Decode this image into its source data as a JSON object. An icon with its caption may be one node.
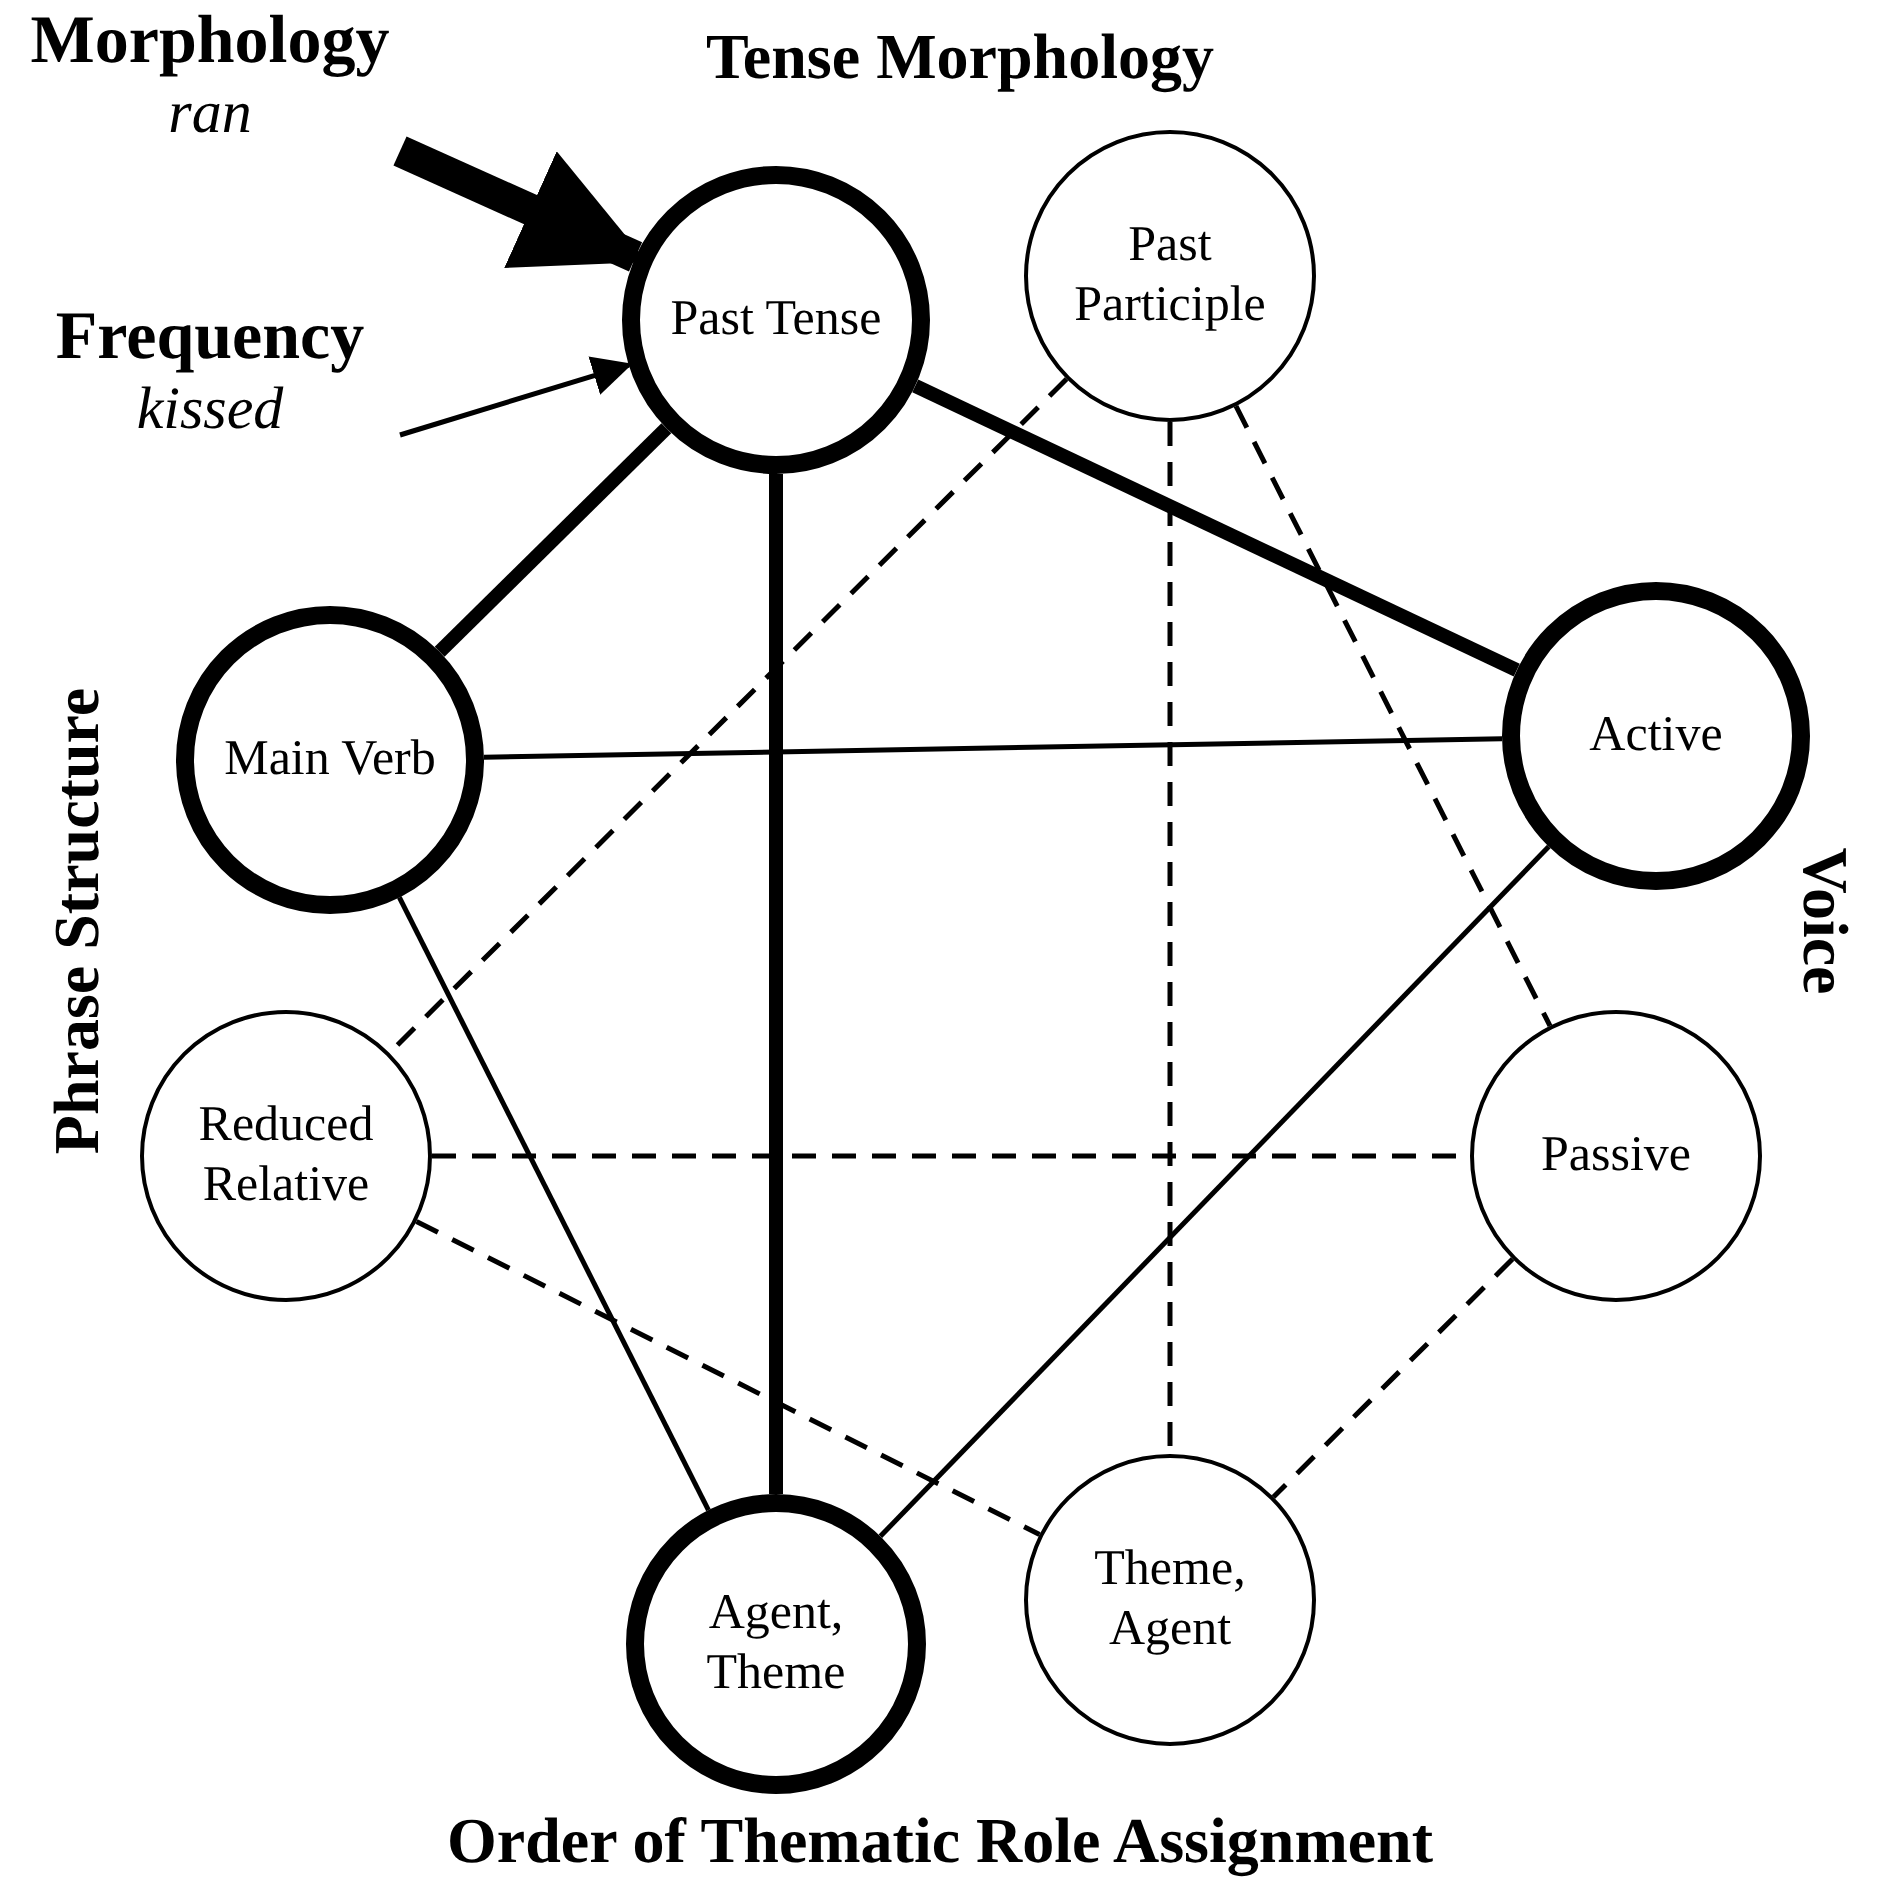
{
  "diagram": {
    "nodes": [
      {
        "text": [
          "Morphology",
          "ran"
        ]
      },
      {
        "text": [
          "Frequency",
          "kissed"
        ]
      },
      {
        "text": [
          "Past Tense"
        ]
      },
      {
        "text": [
          "Past Participle"
        ]
      },
      {
        "text": [
          "Main Verb"
        ]
      },
      {
        "text": [
          "Active"
        ]
      },
      {
        "text": [
          "Reduced Relative"
        ]
      },
      {
        "text": [
          "Passive"
        ]
      },
      {
        "text": [
          "Agent, Theme"
        ]
      },
      {
        "text": [
          "Theme, Agent"
        ]
      }
    ],
    "edges": [
      {
        "from": 0,
        "to": 2,
        "arrow": "to",
        "style": "thick"
      },
      {
        "from": 1,
        "to": 2,
        "arrow": "to"
      },
      {
        "from": 2,
        "to": 4,
        "arrow": "none",
        "style": "thick"
      },
      {
        "from": 2,
        "to": 8,
        "arrow": "none",
        "style": "thick"
      },
      {
        "from": 2,
        "to": 5,
        "arrow": "none",
        "style": "thick"
      },
      {
        "from": 4,
        "to": 5,
        "arrow": "none"
      },
      {
        "from": 4,
        "to": 8,
        "arrow": "none"
      },
      {
        "from": 5,
        "to": 8,
        "arrow": "none"
      },
      {
        "from": 3,
        "to": 6,
        "arrow": "none",
        "style": "dashed"
      },
      {
        "from": 3,
        "to": 7,
        "arrow": "none",
        "style": "dashed"
      },
      {
        "from": 3,
        "to": 9,
        "arrow": "none",
        "style": "dashed"
      },
      {
        "from": 6,
        "to": 7,
        "arrow": "none",
        "style": "dashed"
      },
      {
        "from": 6,
        "to": 9,
        "arrow": "none",
        "style": "dashed"
      },
      {
        "from": 7,
        "to": 9,
        "arrow": "none",
        "style": "dashed"
      }
    ],
    "labels": [
      "Tense Morphology",
      "Phrase Structure",
      "Voice",
      "Order of Thematic Role Assignment"
    ]
  }
}
